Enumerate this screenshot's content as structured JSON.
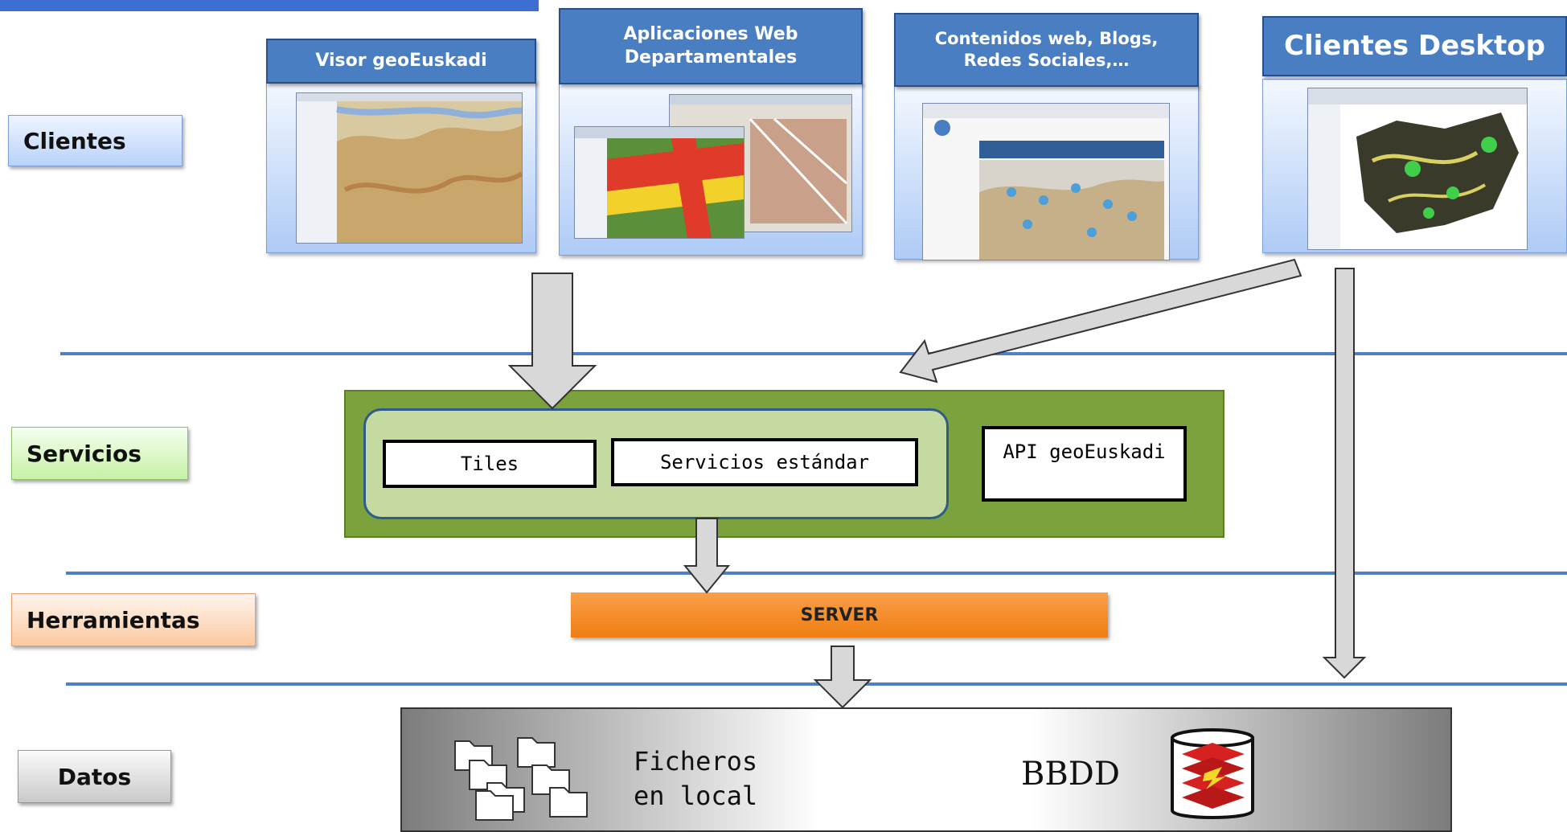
{
  "layers": {
    "clientes": "Clientes",
    "servicios": "Servicios",
    "herramientas": "Herramientas",
    "datos": "Datos"
  },
  "clients": [
    {
      "title": "Visor geoEuskadi",
      "screenshot_icon": "map-viewer-screenshot"
    },
    {
      "title": "Aplicaciones Web Departamentales",
      "screenshot_icon": "web-apps-screenshot"
    },
    {
      "title": "Contenidos web, Blogs, Redes Sociales,…",
      "screenshot_icon": "web-content-screenshot"
    },
    {
      "title": "Clientes Desktop",
      "screenshot_icon": "desktop-gis-screenshot"
    }
  ],
  "services": {
    "tiles": "Tiles",
    "standard": "Servicios estándar",
    "api": "API geoEuskadi"
  },
  "tools": {
    "server": "SERVER"
  },
  "data": {
    "files_line1": "Ficheros",
    "files_line2": "en local",
    "bbdd": "BBDD",
    "files_icon": "folders-icon",
    "db_icon": "database-icon"
  },
  "colors": {
    "client_header": "#4a7ec3",
    "divider": "#4f7fc7",
    "services_outer": "#7ba23c",
    "services_inner": "#c4daa0",
    "server": "#ef7d12"
  }
}
